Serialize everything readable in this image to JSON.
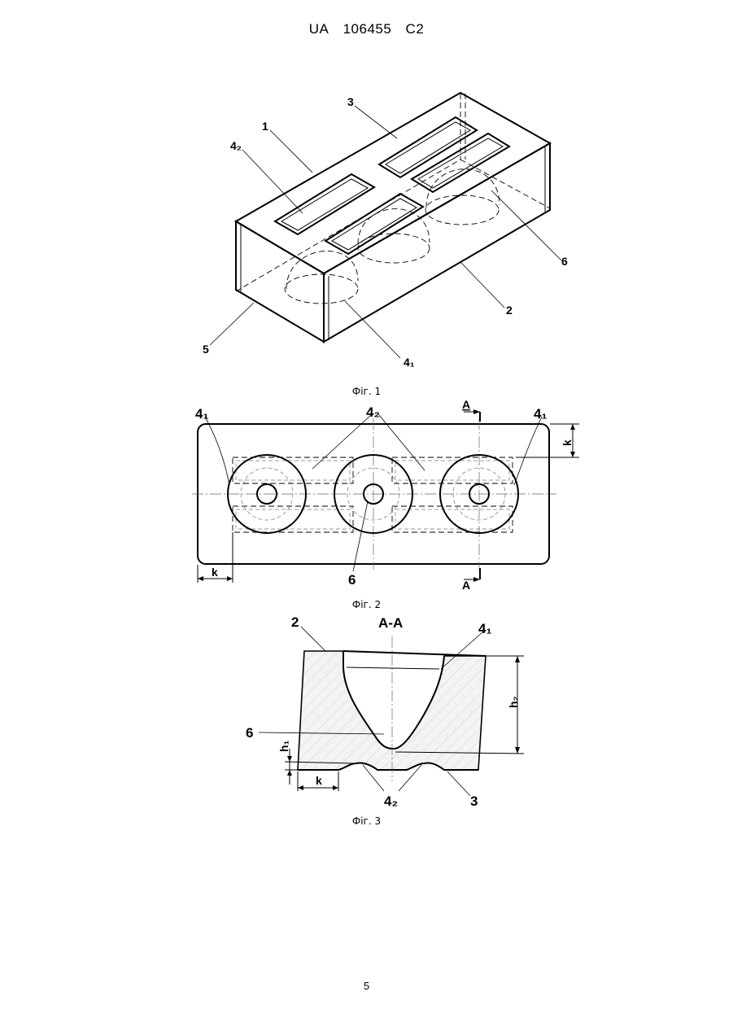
{
  "header": {
    "country": "UA",
    "number": "106455",
    "kind": "C2"
  },
  "page_number": "5",
  "figures": {
    "fig1": {
      "caption": "Фіг. 1",
      "labels": {
        "l1": "1",
        "l2": "2",
        "l3": "3",
        "l4_1": "4₁",
        "l4_2": "4₂",
        "l5": "5",
        "l6": "6"
      }
    },
    "fig2": {
      "caption": "Фіг. 2",
      "labels": {
        "l4_1_left": "4₁",
        "l4_1_right": "4₁",
        "l4_2": "4₂",
        "l6": "6",
        "k_top": "k",
        "k_bottom": "k",
        "a_top": "A",
        "a_bottom": "A"
      }
    },
    "fig3": {
      "caption": "Фіг. 3",
      "title": "A-A",
      "labels": {
        "l2": "2",
        "l3": "3",
        "l4_1": "4₁",
        "l4_2": "4₂",
        "l6": "6",
        "h1": "h₁",
        "h2": "h₂",
        "k": "k"
      }
    }
  }
}
